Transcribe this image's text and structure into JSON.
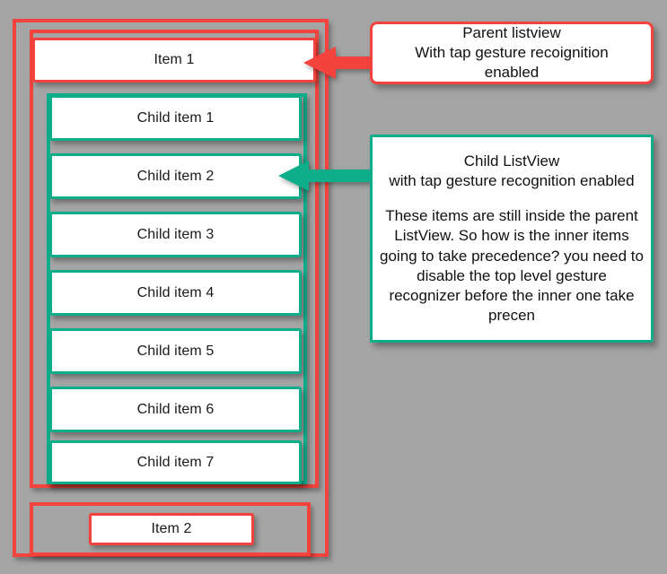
{
  "diagram": {
    "background_color": "#a5a5a5",
    "parent_color": "#f4433c",
    "child_color": "#0fae8b",
    "parent_list": {
      "name": "Parent listview",
      "items": [
        {
          "label": "Item 1"
        },
        {
          "label": "Item 2"
        }
      ]
    },
    "child_list": {
      "name": "Child ListView",
      "items": [
        {
          "label": "Child item 1"
        },
        {
          "label": "Child item 2"
        },
        {
          "label": "Child item 3"
        },
        {
          "label": "Child item 4"
        },
        {
          "label": "Child item 5"
        },
        {
          "label": "Child item 6"
        },
        {
          "label": "Child item 7"
        }
      ]
    },
    "callouts": {
      "parent": {
        "color": "#f4433c",
        "line1": "Parent listview",
        "line2": "With tap gesture recoignition",
        "line3": "enabled"
      },
      "child": {
        "color": "#0fae8b",
        "line1": "Child ListView",
        "line2": "with tap gesture recognition enabled",
        "paragraph": "These items are still inside the parent ListView. So how is the inner items going to take precedence? you need to disable the top level gesture recognizer before the inner one take precen"
      }
    }
  }
}
